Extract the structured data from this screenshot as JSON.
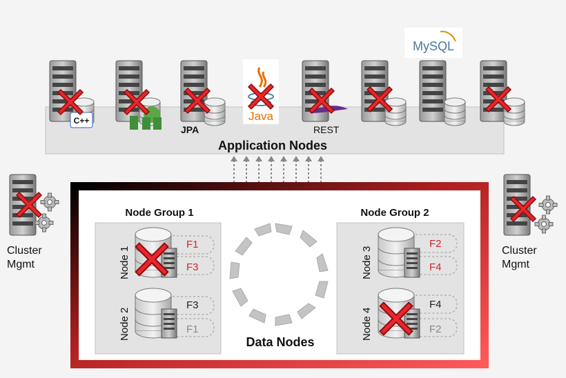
{
  "app_layer": {
    "title": "Application Nodes",
    "jpa_label": "JPA",
    "rest_label": "REST",
    "cpp_label": "C++",
    "java_label": "Java",
    "mysql_label": "MySQL"
  },
  "data_layer": {
    "title": "Data Nodes",
    "groups": [
      {
        "name": "Node Group 1",
        "nodes": [
          {
            "label": "Node 1",
            "primary": "F1",
            "secondary": "F3",
            "failed": true
          },
          {
            "label": "Node 2",
            "primary": "F3",
            "secondary": "F1",
            "failed": false
          }
        ]
      },
      {
        "name": "Node Group 2",
        "nodes": [
          {
            "label": "Node 3",
            "primary": "F2",
            "secondary": "F4",
            "failed": false
          },
          {
            "label": "Node 4",
            "primary": "F4",
            "secondary": "F2",
            "failed": true
          }
        ]
      }
    ]
  },
  "mgmt": {
    "left_label_line1": "Cluster",
    "left_label_line2": "Mgmt",
    "right_label_line1": "Cluster",
    "right_label_line2": "Mgmt"
  },
  "colors": {
    "fragment_red": "#d2232a",
    "cross_red": "#e8262c",
    "frame_red": "#f05050",
    "panel_gray": "#e3e3e3"
  }
}
